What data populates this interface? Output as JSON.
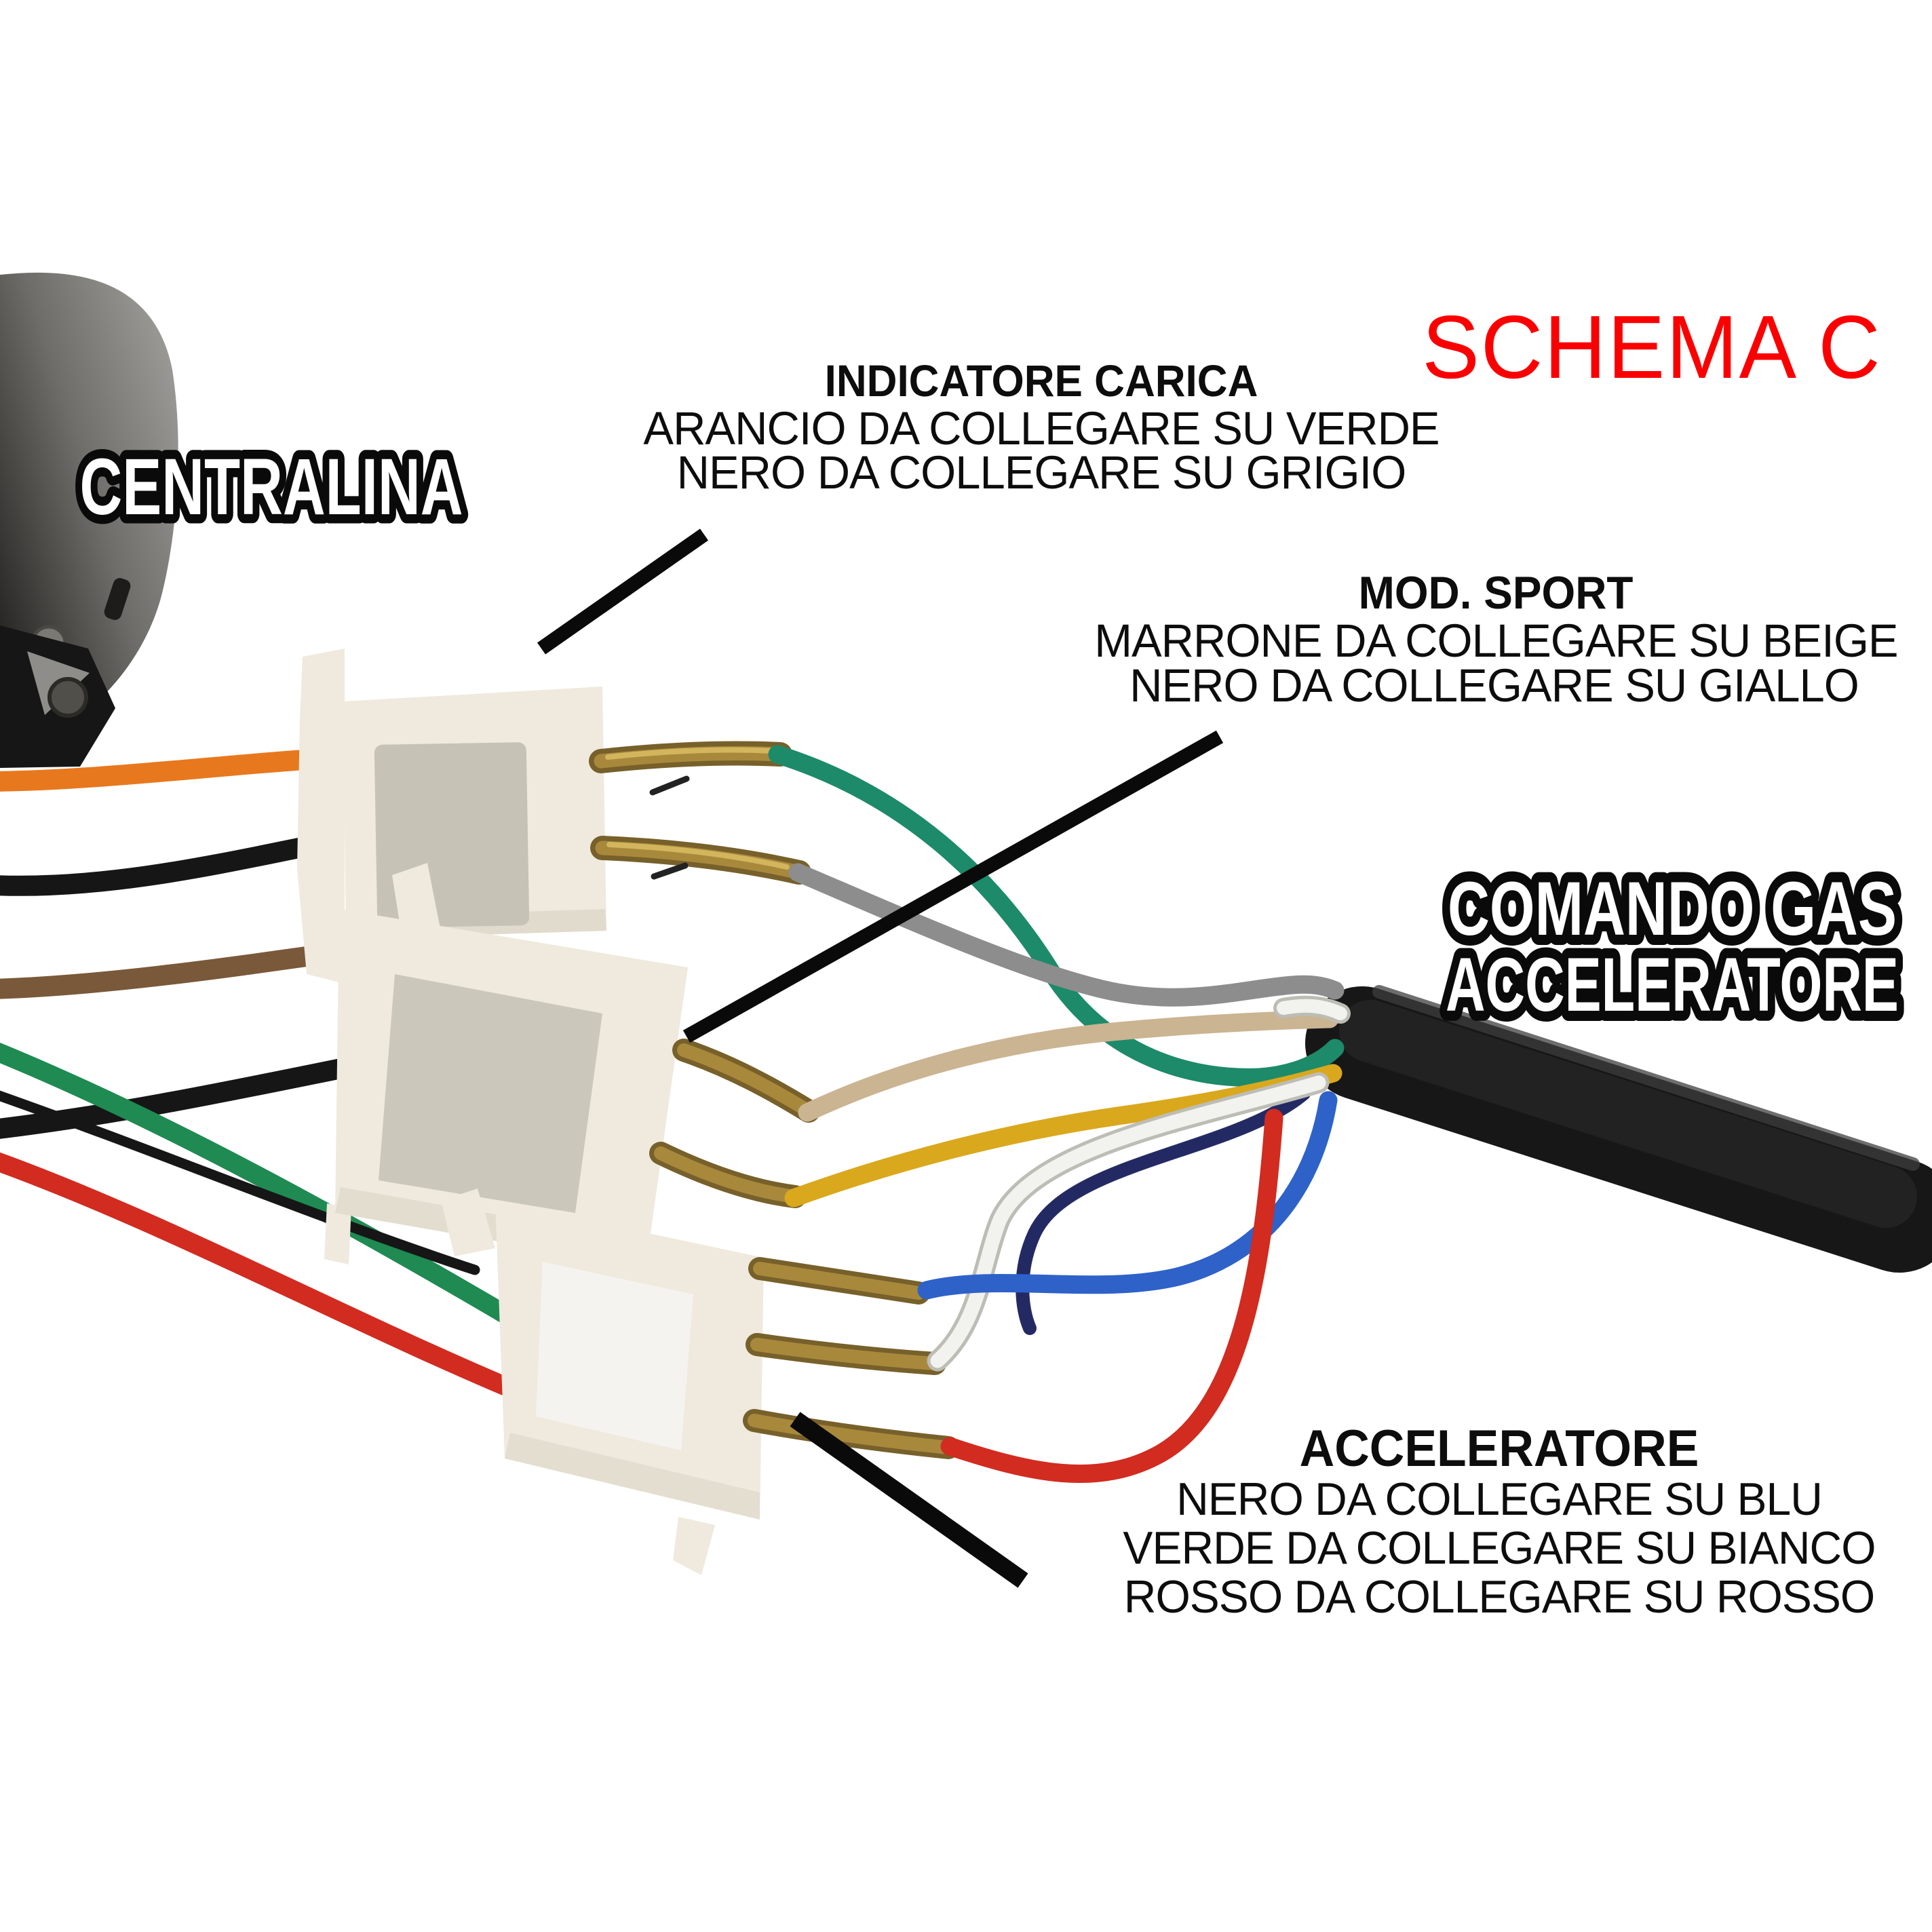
{
  "schema_label": "SCHEMA C",
  "annotations": {
    "centralina": "CENTRALINA",
    "comando_gas": {
      "line1": "COMANDO GAS",
      "line2": "ACCELERATORE"
    },
    "indicatore": {
      "title": "INDICATORE CARICA",
      "line1": "ARANCIO DA COLLEGARE SU VERDE",
      "line2": "NERO DA COLLEGARE SU GRIGIO"
    },
    "mod_sport": {
      "title": "MOD. SPORT",
      "line1": "MARRONE DA COLLEGARE SU BEIGE",
      "line2": "NERO DA COLLEGARE SU GIALLO"
    },
    "acceleratore": {
      "title": "ACCELERATORE",
      "line1": "NERO DA COLLEGARE SU BLU",
      "line2": "VERDE DA COLLEGARE SU BIANCO",
      "line3": "ROSSO DA COLLEGARE SU ROSSO"
    }
  },
  "colors": {
    "background": "#ffffff",
    "annotation_black": "#0a0a0a",
    "schema_red": "#fb0000",
    "connector_body": "#efeadd",
    "connector_shade": "#d9d3c4",
    "label_gray_1": "#c7c2b6",
    "label_gray_2": "#ccc7bb",
    "label_white_3": "#f4f3ef",
    "brass_dark": "#77602a",
    "brass_mid": "#a8893c",
    "brass_glint": "#d2b55c",
    "cable_black": "#171717",
    "cable_highlight": "#3e3e3e",
    "wire_orange": "#e8781e",
    "wire_black": "#161616",
    "wire_brown": "#79593a",
    "wire_green": "#1f8a52",
    "wire_red": "#d22b20",
    "wire_teal": "#1d8a6a",
    "wire_gray": "#8d8d8d",
    "wire_beige": "#cbb491",
    "wire_yellow": "#d9a81c",
    "wire_white": "#f2f2ee",
    "wire_white_edge": "#bdbdb6",
    "wire_navy": "#232a63",
    "wire_blue": "#2e62c9",
    "controller_dark": "#21201e",
    "controller_light": "#a3a29e"
  }
}
